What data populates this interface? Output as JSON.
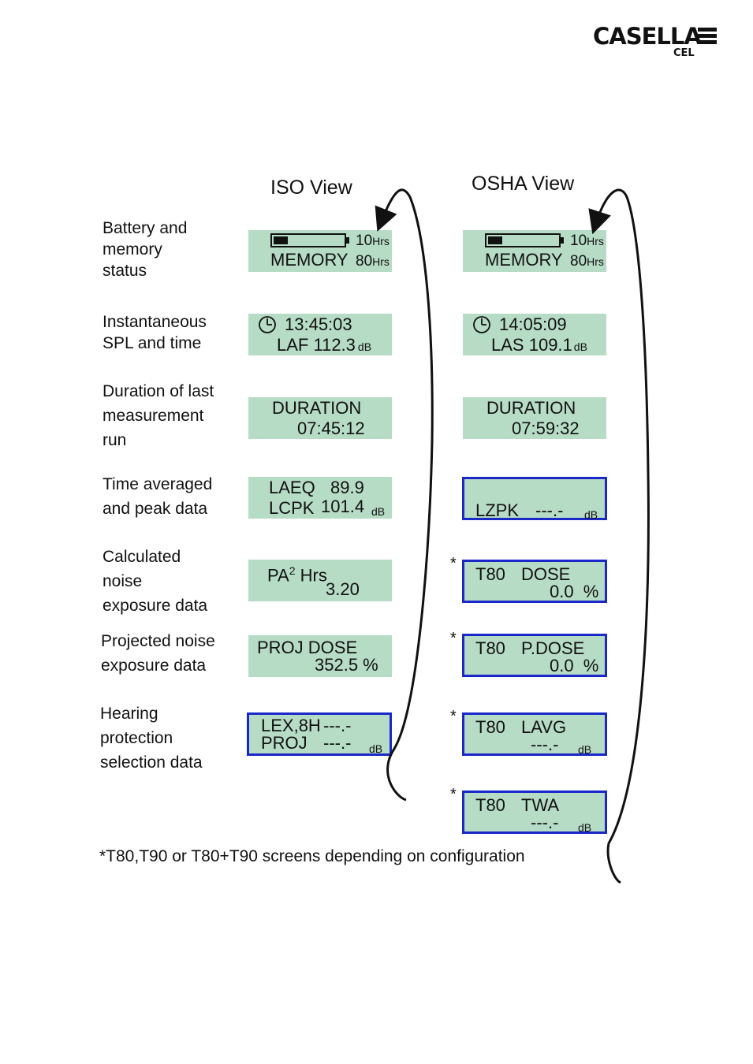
{
  "logo": {
    "main": "CASELLA",
    "sub": "CEL"
  },
  "headings": {
    "iso": "ISO View",
    "osha": "OSHA View"
  },
  "rows": [
    {
      "label": [
        "Battery and",
        "memory",
        "status"
      ]
    },
    {
      "label": [
        "Instantaneous",
        "SPL and time"
      ]
    },
    {
      "label": [
        "Duration of last",
        "measurement",
        "run"
      ]
    },
    {
      "label": [
        "Time averaged",
        "and peak data"
      ]
    },
    {
      "label": [
        "Calculated",
        "noise",
        "exposure data"
      ]
    },
    {
      "label": [
        "Projected noise",
        "exposure data"
      ]
    },
    {
      "label": [
        "Hearing",
        "protection",
        "selection data"
      ]
    }
  ],
  "iso": {
    "battery": {
      "hours": "10",
      "hours_unit": "Hrs",
      "memory_label": "MEMORY",
      "memory": "80",
      "memory_unit": "Hrs",
      "level": 0.2
    },
    "spl": {
      "time": "13:45:03",
      "label": "LAF",
      "value": "112.3",
      "unit": "dB"
    },
    "duration": {
      "label": "DURATION",
      "value": "07:45:12"
    },
    "avg": {
      "l1": "LAEQ",
      "v1": "89.9",
      "l2": "LCPK",
      "v2": "101.4",
      "unit": "dB"
    },
    "pa": {
      "label_pre": "PA",
      "label_sup": "2",
      "label_post": " Hrs",
      "value": "3.20"
    },
    "proj": {
      "label": "PROJ DOSE",
      "value": "352.5 %"
    },
    "lex": {
      "l1": "LEX,8H",
      "v1": "---.-",
      "l2": "PROJ",
      "v2": "---.-",
      "unit": "dB"
    }
  },
  "osha": {
    "battery": {
      "hours": "10",
      "hours_unit": "Hrs",
      "memory_label": "MEMORY",
      "memory": "80",
      "memory_unit": "Hrs",
      "level": 0.2
    },
    "spl": {
      "time": "14:05:09",
      "label": "LAS",
      "value": "109.1",
      "unit": "dB"
    },
    "duration": {
      "label": "DURATION",
      "value": "07:59:32"
    },
    "lzpk": {
      "label": "LZPK",
      "value": "---.-",
      "unit": "dB"
    },
    "dose": {
      "l1": "T80",
      "l1b": "DOSE",
      "value": "0.0  %"
    },
    "pdose": {
      "l1": "T80",
      "l1b": "P.DOSE",
      "value": "0.0  %"
    },
    "lavg": {
      "l1": "T80",
      "l1b": "LAVG",
      "value": "---.-",
      "unit": "dB"
    },
    "twa": {
      "l1": "T80",
      "l1b": "TWA",
      "value": "---.-",
      "unit": "dB"
    },
    "star": "*"
  },
  "footnote": "*T80,T90 or T80+T90 screens depending on configuration"
}
